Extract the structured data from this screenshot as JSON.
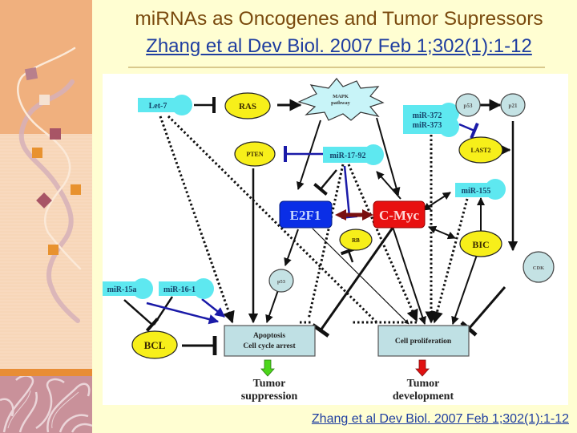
{
  "slide": {
    "title": "miRNAs as Oncogenes and Tumor Supressors",
    "subtitle_link": "Zhang et al Dev Biol. 2007 Feb 1;302(1):1-12",
    "footer_link": "Zhang et al Dev Biol. 2007 Feb 1;302(1):1-12"
  },
  "colors": {
    "mirna": "#5ee8f0",
    "oncogene_yellow": "#f7ef1a",
    "e2f1_blue": "#0a2ee6",
    "cmyc_red": "#e81010",
    "outcome_box": "#bfe0e4",
    "protein_circle": "#c4e2e4",
    "inhibit_blue": "#1a1aa8",
    "title_brown": "#7a4a0e",
    "link_blue": "#1f3ea0"
  },
  "diagram": {
    "nodes": {
      "let7": "Let-7",
      "ras": "RAS",
      "mapk_line1": "MAPK",
      "mapk_line2": "pathway",
      "p53_top": "p53",
      "p21": "p21",
      "mir372": "miR-372",
      "mir373": "miR-373",
      "last2": "LAST2",
      "pten": "PTEN",
      "mir1792": "miR-17-92",
      "mir155": "miR-155",
      "e2f1": "E2F1",
      "cmyc": "C-Myc",
      "rb": "RB",
      "bic": "BIC",
      "cdk": "CDK",
      "p53_mid": "p53",
      "mir15a": "miR-15a",
      "mir161": "miR-16-1",
      "bcl": "BCL",
      "apoptosis_line1": "Apoptosis",
      "apoptosis_line2": "Cell cycle arrest",
      "cell_prolif": "Cell proliferation",
      "tumor_supp_line1": "Tumor",
      "tumor_supp_line2": "suppression",
      "tumor_dev_line1": "Tumor",
      "tumor_dev_line2": "development"
    }
  }
}
